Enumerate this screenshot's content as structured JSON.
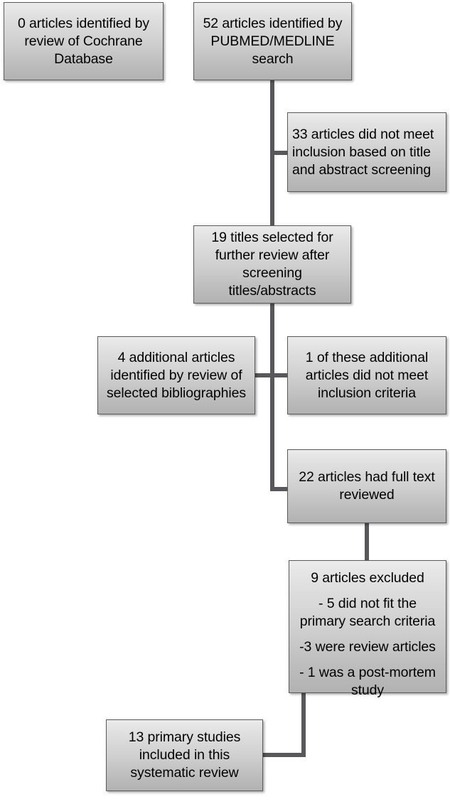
{
  "diagram": {
    "title": "PRISMA-style literature search flow diagram",
    "style": {
      "box_fill_top": "#ebebeb",
      "box_fill_bottom": "#b2b2b2",
      "box_border": "#5b5b5b",
      "connector_color": "#58585a",
      "text_color": "#000000",
      "background": "#ffffff"
    },
    "boxes": [
      {
        "id": "cochrane",
        "name": "cochrane-database-box",
        "lines": [
          "0 articles identified by",
          "review of Cochrane",
          "Database"
        ]
      },
      {
        "id": "pubmed",
        "name": "pubmed-medline-box",
        "lines": [
          "52 articles identified by",
          "PUBMED/MEDLINE",
          "search"
        ]
      },
      {
        "id": "excluded-33",
        "name": "excluded-33-box",
        "lines": [
          "33 articles did not meet",
          "inclusion based on title",
          "and abstract screening"
        ]
      },
      {
        "id": "titles-19",
        "name": "titles-selected-19-box",
        "lines": [
          "19 titles selected for",
          "further review after",
          "screening",
          "titles/abstracts"
        ]
      },
      {
        "id": "additional-4",
        "name": "additional-articles-4-box",
        "lines": [
          "4 additional articles",
          "identified by review of",
          "selected bibliographies"
        ]
      },
      {
        "id": "addl-excluded-1",
        "name": "additional-excluded-1-box",
        "lines": [
          "1 of these additional",
          "articles did not meet",
          "inclusion criteria"
        ]
      },
      {
        "id": "fulltext-22",
        "name": "full-text-reviewed-22-box",
        "lines": [
          "22 articles had full text",
          "reviewed"
        ]
      },
      {
        "id": "excluded-9",
        "name": "excluded-9-box",
        "paragraphs": [
          [
            "9 articles excluded"
          ],
          [
            "- 5 did not fit the",
            "primary search criteria"
          ],
          [
            "-3 were review articles"
          ],
          [
            "- 1 was a post-mortem",
            "study"
          ]
        ]
      },
      {
        "id": "included-13",
        "name": "included-studies-13-box",
        "lines": [
          "13 primary studies",
          "included in this",
          "systematic review"
        ]
      }
    ],
    "counts": {
      "cochrane_identified": 0,
      "pubmed_identified": 52,
      "excluded_title_abstract": 33,
      "titles_selected": 19,
      "additional_from_bibliographies": 4,
      "additional_excluded": 1,
      "full_text_reviewed": 22,
      "full_text_excluded": 9,
      "excluded_not_primary_search": 5,
      "excluded_review_articles": 3,
      "excluded_post_mortem": 1,
      "included_primary_studies": 13
    }
  }
}
